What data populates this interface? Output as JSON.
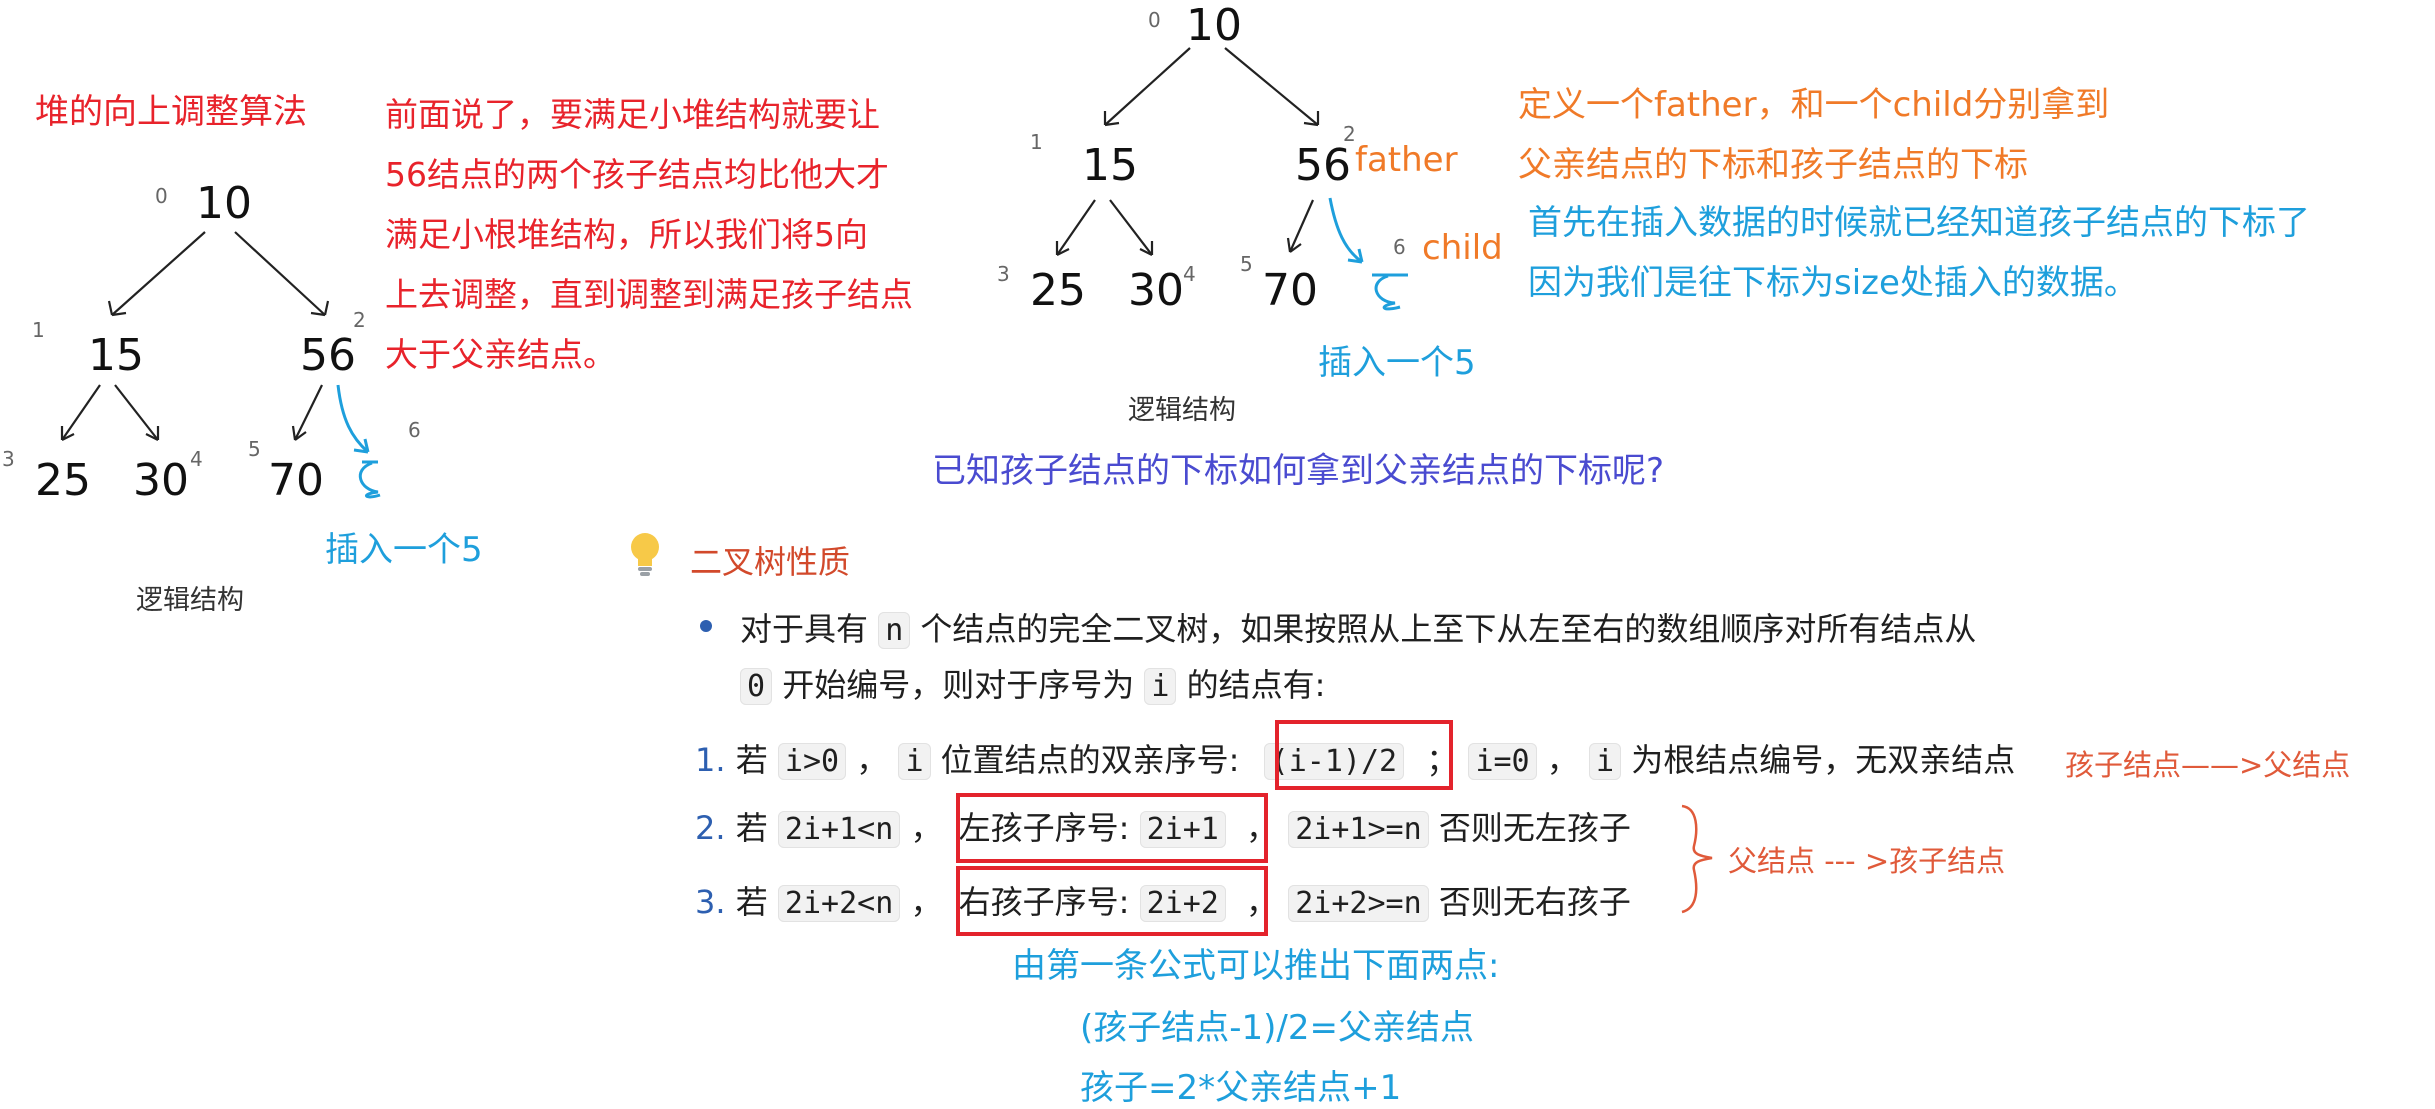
{
  "left_panel": {
    "title": "堆的向上调整算法",
    "explanation_lines": [
      "前面说了，要满足小堆结构就要让",
      "56结点的两个孩子结点均比他大才",
      "满足小根堆结构，所以我们将5向",
      "上去调整，直到调整到满足孩子结点",
      "大于父亲结点。"
    ],
    "tree": {
      "nodes": [
        {
          "value": "10",
          "index": "0"
        },
        {
          "value": "15",
          "index": "1"
        },
        {
          "value": "56",
          "index": "2"
        },
        {
          "value": "25",
          "index": "3"
        },
        {
          "value": "30",
          "index": "4"
        },
        {
          "value": "70",
          "index": "5"
        }
      ],
      "new_index": "6",
      "insert_label": "插入一个5",
      "caption": "逻辑结构"
    }
  },
  "center_tree": {
    "nodes": [
      {
        "value": "10",
        "index": "0"
      },
      {
        "value": "15",
        "index": "1"
      },
      {
        "value": "56",
        "index": "2"
      },
      {
        "value": "25",
        "index": "3"
      },
      {
        "value": "30",
        "index": "4"
      },
      {
        "value": "70",
        "index": "5"
      }
    ],
    "new_index": "6",
    "father_label": "father",
    "child_label": "child",
    "insert_label": "插入一个5",
    "caption": "逻辑结构"
  },
  "right_notes": {
    "orange_lines": [
      "定义一个father，和一个child分别拿到",
      "父亲结点的下标和孩子结点的下标"
    ],
    "blue_lines": [
      "首先在插入数据的时候就已经知道孩子结点的下标了",
      "因为我们是往下标为size处插入的数据。"
    ]
  },
  "question": "已知孩子结点的下标如何拿到父亲结点的下标呢?",
  "property_card": {
    "title": "二叉树性质",
    "intro_a": "对于具有",
    "intro_n": "n",
    "intro_b": "个结点的完全二叉树，如果按照从上至下从左至右的数组顺序对所有结点从",
    "intro_zero": "0",
    "intro_c": "开始编号，则对于序号为",
    "intro_i": "i",
    "intro_d": "的结点有:",
    "items": [
      {
        "num": "1.",
        "ruo": "若",
        "cond": "i>0",
        "sep": "，",
        "i": "i",
        "desc": "位置结点的双亲序号:",
        "formula": "(i-1)/2",
        "semi": "；",
        "alt_code": "i=0",
        "sep2": "，",
        "i2": "i",
        "tail": "为根结点编号，无双亲结点"
      },
      {
        "num": "2.",
        "ruo": "若",
        "cond": "2i+1<n",
        "sep": "，",
        "desc": "左孩子序号:",
        "formula": "2i+1",
        "sep2": "，",
        "alt_code": "2i+1>=n",
        "tail": "否则无左孩子"
      },
      {
        "num": "3.",
        "ruo": "若",
        "cond": "2i+2<n",
        "sep": "，",
        "desc": "右孩子序号:",
        "formula": "2i+2",
        "sep2": "，",
        "alt_code": "2i+2>=n",
        "tail": "否则无右孩子"
      }
    ],
    "side_note_1": "孩子结点——>父结点",
    "side_note_2": "父结点 --- >孩子结点"
  },
  "derivation": {
    "lead": "由第一条公式可以推出下面两点:",
    "line1": "(孩子结点-1)/2=父亲结点",
    "line2": "孩子=2*父亲结点+1"
  },
  "colors": {
    "red": "#e8232b",
    "orange": "#f07a28",
    "blue": "#1e9fdc",
    "purple": "#4a4bd0",
    "box_red": "#e3232c"
  }
}
